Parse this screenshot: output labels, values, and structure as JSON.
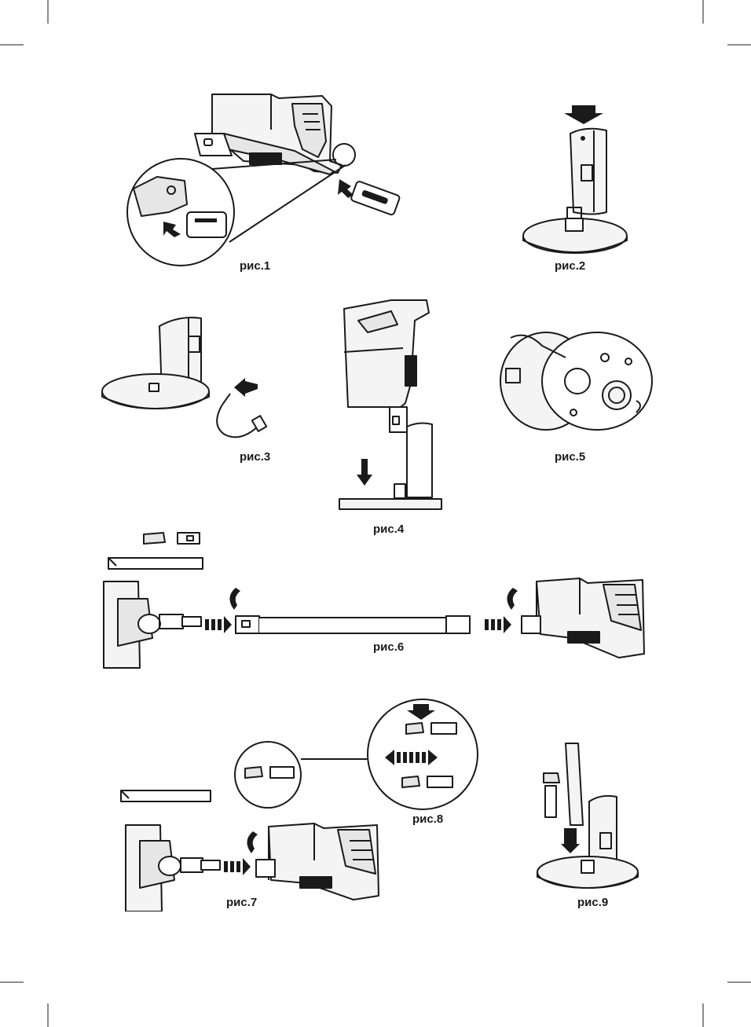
{
  "page": {
    "background": "#ffffff",
    "ink_color": "#1a1a1a",
    "fill_gray": "#e6e6e6"
  },
  "figures": [
    {
      "id": "fig1",
      "caption": "рис.1"
    },
    {
      "id": "fig2",
      "caption": "рис.2"
    },
    {
      "id": "fig3",
      "caption": "рис.3"
    },
    {
      "id": "fig4",
      "caption": "рис.4"
    },
    {
      "id": "fig5",
      "caption": "рис.5"
    },
    {
      "id": "fig6",
      "caption": "рис.6"
    },
    {
      "id": "fig7",
      "caption": "рис.7"
    },
    {
      "id": "fig8",
      "caption": "рис.8"
    },
    {
      "id": "fig9",
      "caption": "рис.9"
    }
  ]
}
